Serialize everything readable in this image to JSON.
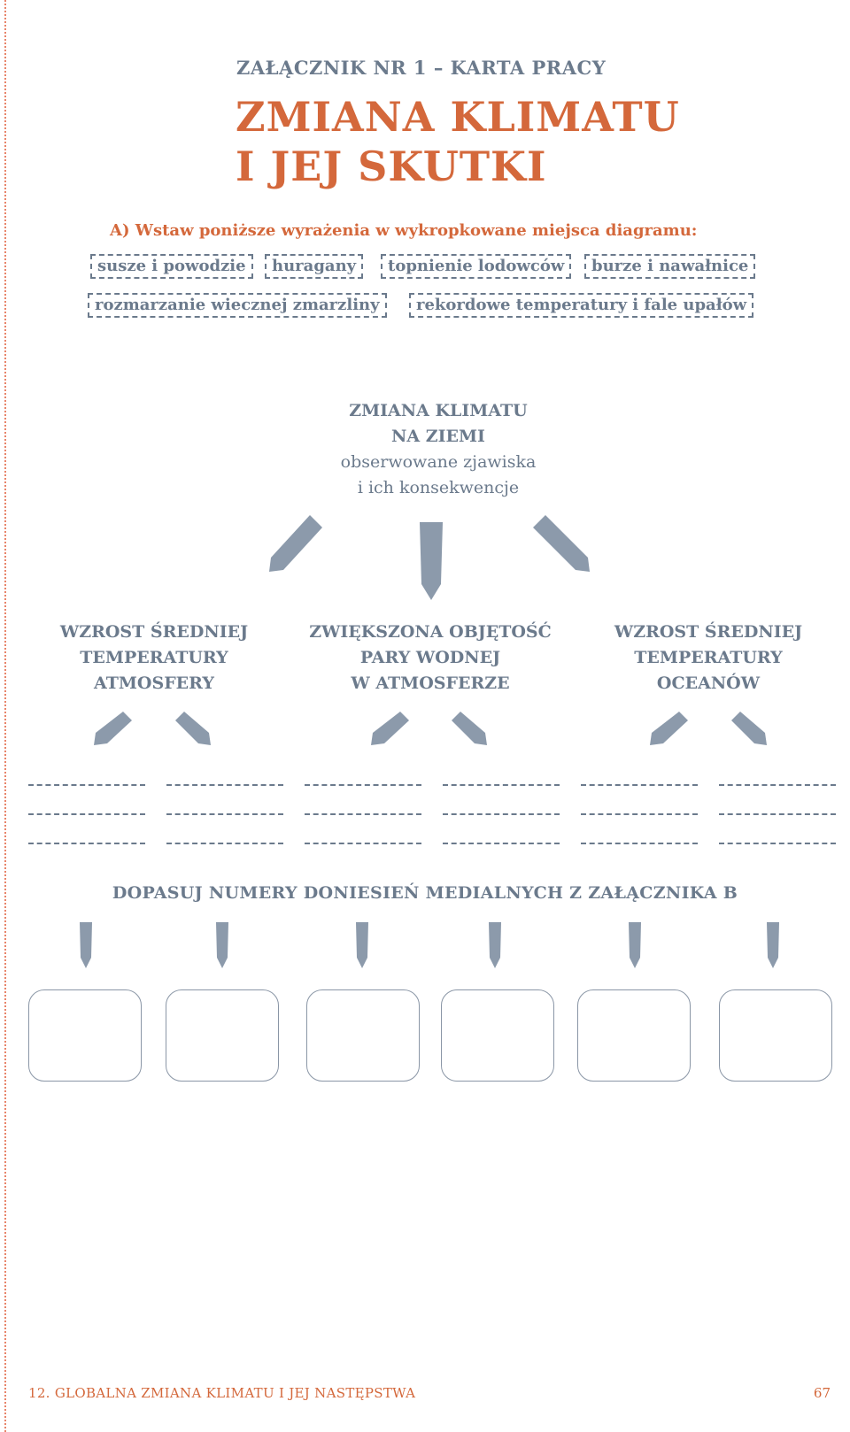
{
  "header": {
    "subtitle": "ZAŁĄCZNIK NR 1 – KARTA PRACY",
    "title_line1": "ZMIANA KLIMATU",
    "title_line2": "I JEJ SKUTKI"
  },
  "task_a": {
    "instruction": "A) Wstaw poniższe wyrażenia w wykropkowane miejsca diagramu:",
    "chips": [
      "susze i powodzie",
      "huragany",
      "topnienie lodowców",
      "burze i nawałnice",
      "rozmarzanie wiecznej zmarzliny",
      "rekordowe temperatury i fale upałów"
    ]
  },
  "diagram": {
    "center_line1": "ZMIANA KLIMATU",
    "center_line2": "NA ZIEMI",
    "center_line3": "obserwowane zjawiska",
    "center_line4": "i ich konsekwencje",
    "branches": [
      {
        "line1": "WZROST ŚREDNIEJ",
        "line2": "TEMPERATURY",
        "line3": "ATMOSFERY"
      },
      {
        "line1": "ZWIĘKSZONA OBJĘTOŚĆ",
        "line2": "PARY WODNEJ",
        "line3": "W ATMOSFERZE"
      },
      {
        "line1": "WZROST ŚREDNIEJ",
        "line2": "TEMPERATURY",
        "line3": "OCEANÓW"
      }
    ],
    "arrow_color": "#8c9aab"
  },
  "matching": {
    "title": "DOPASUJ NUMERY DONIESIEŃ MEDIALNYCH Z ZAŁĄCZNIKA B"
  },
  "footer": {
    "chapter": "12. GLOBALNA ZMIANA KLIMATU I JEJ NASTĘPSTWA",
    "page_number": "67"
  },
  "colors": {
    "accent_orange": "#d4683b",
    "text_slate": "#6b7a8c"
  }
}
